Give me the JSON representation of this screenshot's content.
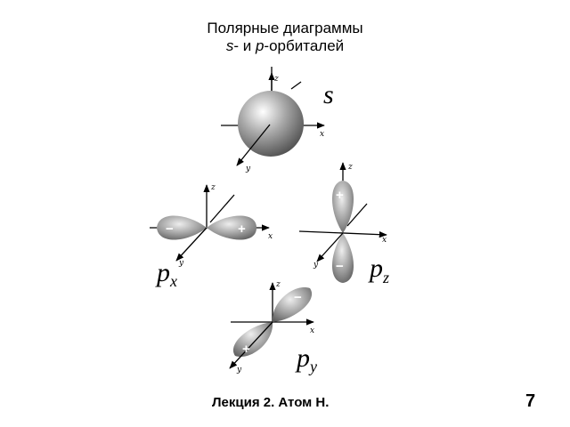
{
  "title": {
    "line1": "Полярные диаграммы",
    "line2_s": "s",
    "line2_mid": "- и ",
    "line2_p": "p",
    "line2_end": "-орбиталей"
  },
  "orbitals": {
    "s": {
      "label": "s"
    },
    "px": {
      "label": "p",
      "sub": "x",
      "plus": "+",
      "minus": "−"
    },
    "pz": {
      "label": "p",
      "sub": "z",
      "plus": "+",
      "minus": "−"
    },
    "py": {
      "label": "p",
      "sub": "y",
      "plus": "+",
      "minus": "−"
    }
  },
  "axes": {
    "x": "x",
    "y": "y",
    "z": "z"
  },
  "footer": "Лекция 2. Атом Н.",
  "page_number": "7",
  "colors": {
    "lobe_light": "#d9d9d9",
    "lobe_dark": "#5a5a5a",
    "axis": "#000000"
  }
}
